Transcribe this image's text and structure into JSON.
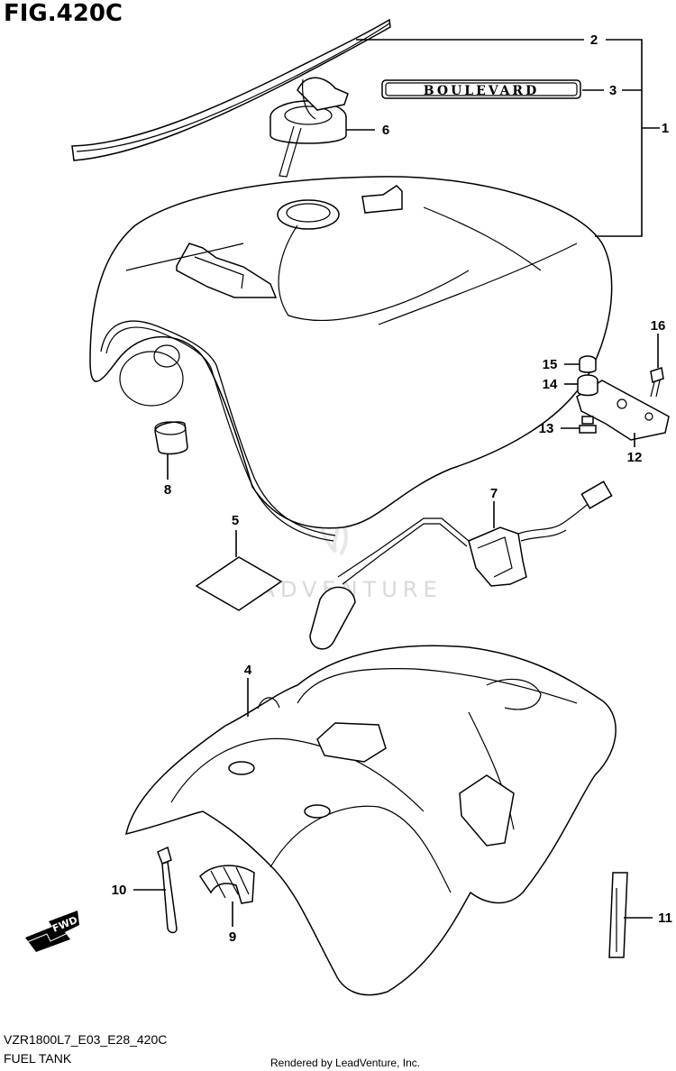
{
  "figure": {
    "title": "FIG.420C",
    "code": "VZR1800L7_E03_E28_420C",
    "name": "FUEL TANK",
    "rendered_by": "Rendered by LeadVenture, Inc.",
    "watermark": "LEADVENTURE",
    "emblem_text": "BOULEVARD",
    "fwd_text": "FWD"
  },
  "callouts": [
    "1",
    "2",
    "3",
    "4",
    "5",
    "6",
    "7",
    "8",
    "9",
    "10",
    "11",
    "12",
    "13",
    "14",
    "15",
    "16"
  ]
}
